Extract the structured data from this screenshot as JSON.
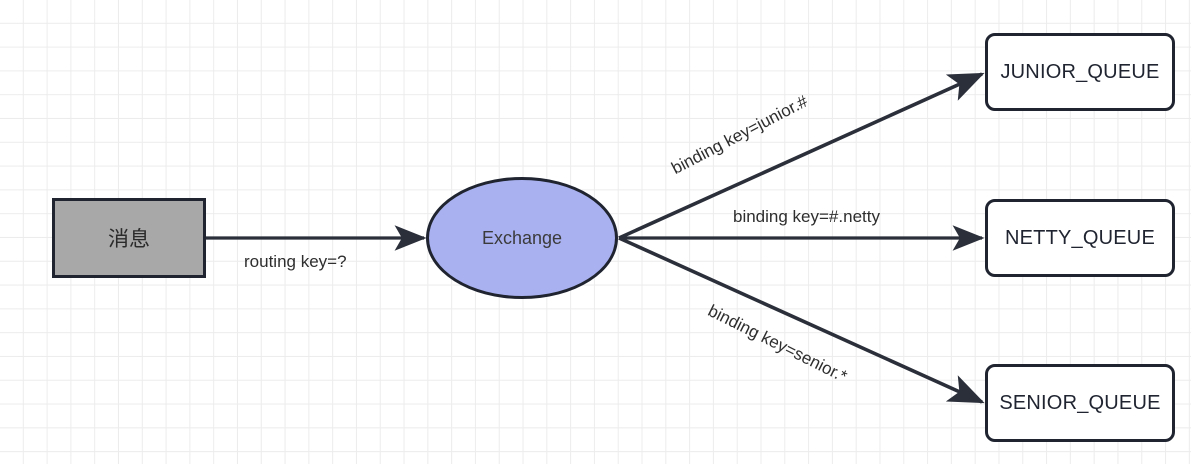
{
  "diagram": {
    "title": "RabbitMQ topic exchange routing diagram",
    "background": {
      "grid_color": "#ececec",
      "page_color": "#ffffff"
    },
    "colors": {
      "stroke": "#1f2430",
      "message_fill": "#a8a8a8",
      "exchange_fill": "#a9b1f0",
      "queue_fill": "#ffffff",
      "label_text": "#2e2e2e"
    },
    "nodes": [
      {
        "id": "message",
        "label": "消息",
        "shape": "rectangle"
      },
      {
        "id": "exchange",
        "label": "Exchange",
        "shape": "ellipse"
      },
      {
        "id": "junior",
        "label": "JUNIOR_QUEUE",
        "shape": "rounded-rectangle"
      },
      {
        "id": "netty",
        "label": "NETTY_QUEUE",
        "shape": "rounded-rectangle"
      },
      {
        "id": "senior",
        "label": "SENIOR_QUEUE",
        "shape": "rounded-rectangle"
      }
    ],
    "edges": [
      {
        "id": "msg-to-exchange",
        "from": "message",
        "to": "exchange",
        "label": "routing key=?"
      },
      {
        "id": "exchange-to-junior",
        "from": "exchange",
        "to": "junior",
        "label": "binding key=junior.#"
      },
      {
        "id": "exchange-to-netty",
        "from": "exchange",
        "to": "netty",
        "label": "binding key=#.netty"
      },
      {
        "id": "exchange-to-senior",
        "from": "exchange",
        "to": "senior",
        "label": "binding key=senior.*"
      }
    ]
  }
}
